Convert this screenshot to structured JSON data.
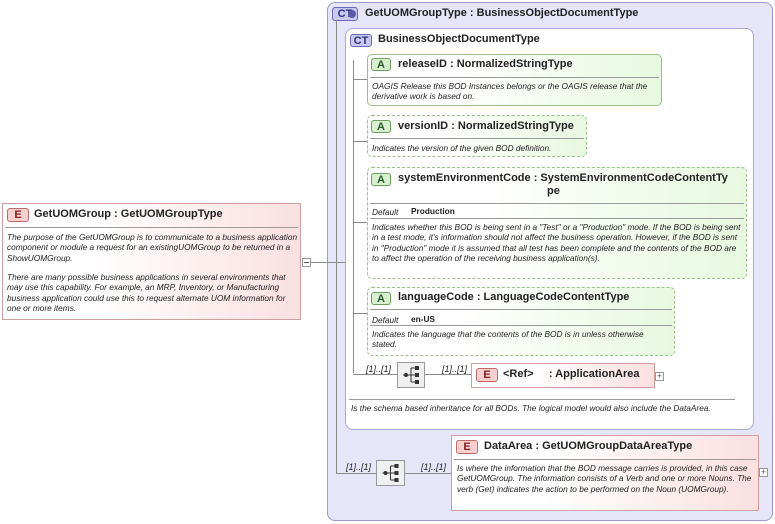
{
  "root": {
    "badge": "E",
    "title": "GetUOMGroup : GetUOMGroupType",
    "desc1": "The purpose of the GetUOMGroup is to communicate to a business application component or module a request for an existingUOMGroup to be returned in a ShowUOMGroup.",
    "desc2": "There are many possible business applications in several environments that may use this capability.  For example, an MRP, Inventory, or Manufacturing business application could use this to request alternate UOM information for one or more items."
  },
  "outer": {
    "badge": "CT",
    "title": "GetUOMGroupType : BusinessObjectDocumentType"
  },
  "bod": {
    "badge": "CT",
    "title": "BusinessObjectDocumentType",
    "desc": "Is the schema based inheritance for all BODs. The logical model would also include the DataArea."
  },
  "attributes": [
    {
      "badge": "A",
      "title": "releaseID : NormalizedStringType",
      "desc": "OAGIS Release this BOD Instances belongs or the OAGIS release that the derivative work is based on."
    },
    {
      "badge": "A",
      "title": "versionID : NormalizedStringType",
      "desc": "Indicates the version of the given BOD definition."
    },
    {
      "badge": "A",
      "title_line1": "systemEnvironmentCode : SystemEnvironmentCodeContentTy",
      "title_line2": "pe",
      "default_label": "Default",
      "default_value": "Production",
      "desc": "Indicates whether this BOD is being sent in a \"Test\" or a \"Production\" mode. If the BOD is being sent in a test mode, it's information should not affect the business operation. However, if the BOD is sent in \"Production\" mode it is assumed that all test has been complete and the contents of the BOD are to affect the operation of the receiving business application(s)."
    },
    {
      "badge": "A",
      "title": "languageCode : LanguageCodeContentType",
      "default_label": "Default",
      "default_value": "en-US",
      "desc": "Indicates the language that the contents of the BOD is in unless otherwise stated."
    }
  ],
  "appArea": {
    "badge": "E",
    "title": "<Ref>     : ApplicationArea",
    "mult_left": "[1]..[1]",
    "mult_right": "[1]..[1]"
  },
  "dataArea": {
    "badge": "E",
    "title": "DataArea : GetUOMGroupDataAreaType",
    "desc": "Is where the information that the BOD message carries is provided, in this case GetUOMGroup. The information consists of a Verb and one or more Nouns. The verb (Get) indicates the action to be performed on the Noun (UOMGroup).",
    "mult_left": "[1]..[1]",
    "mult_right": "[1]..[1]"
  },
  "colors": {
    "ct_fill": "#e4e4fa",
    "ct_border": "#9a9ad0",
    "attr_fill": "#e8f8e0",
    "elem_fill": "#fbe0e0"
  }
}
